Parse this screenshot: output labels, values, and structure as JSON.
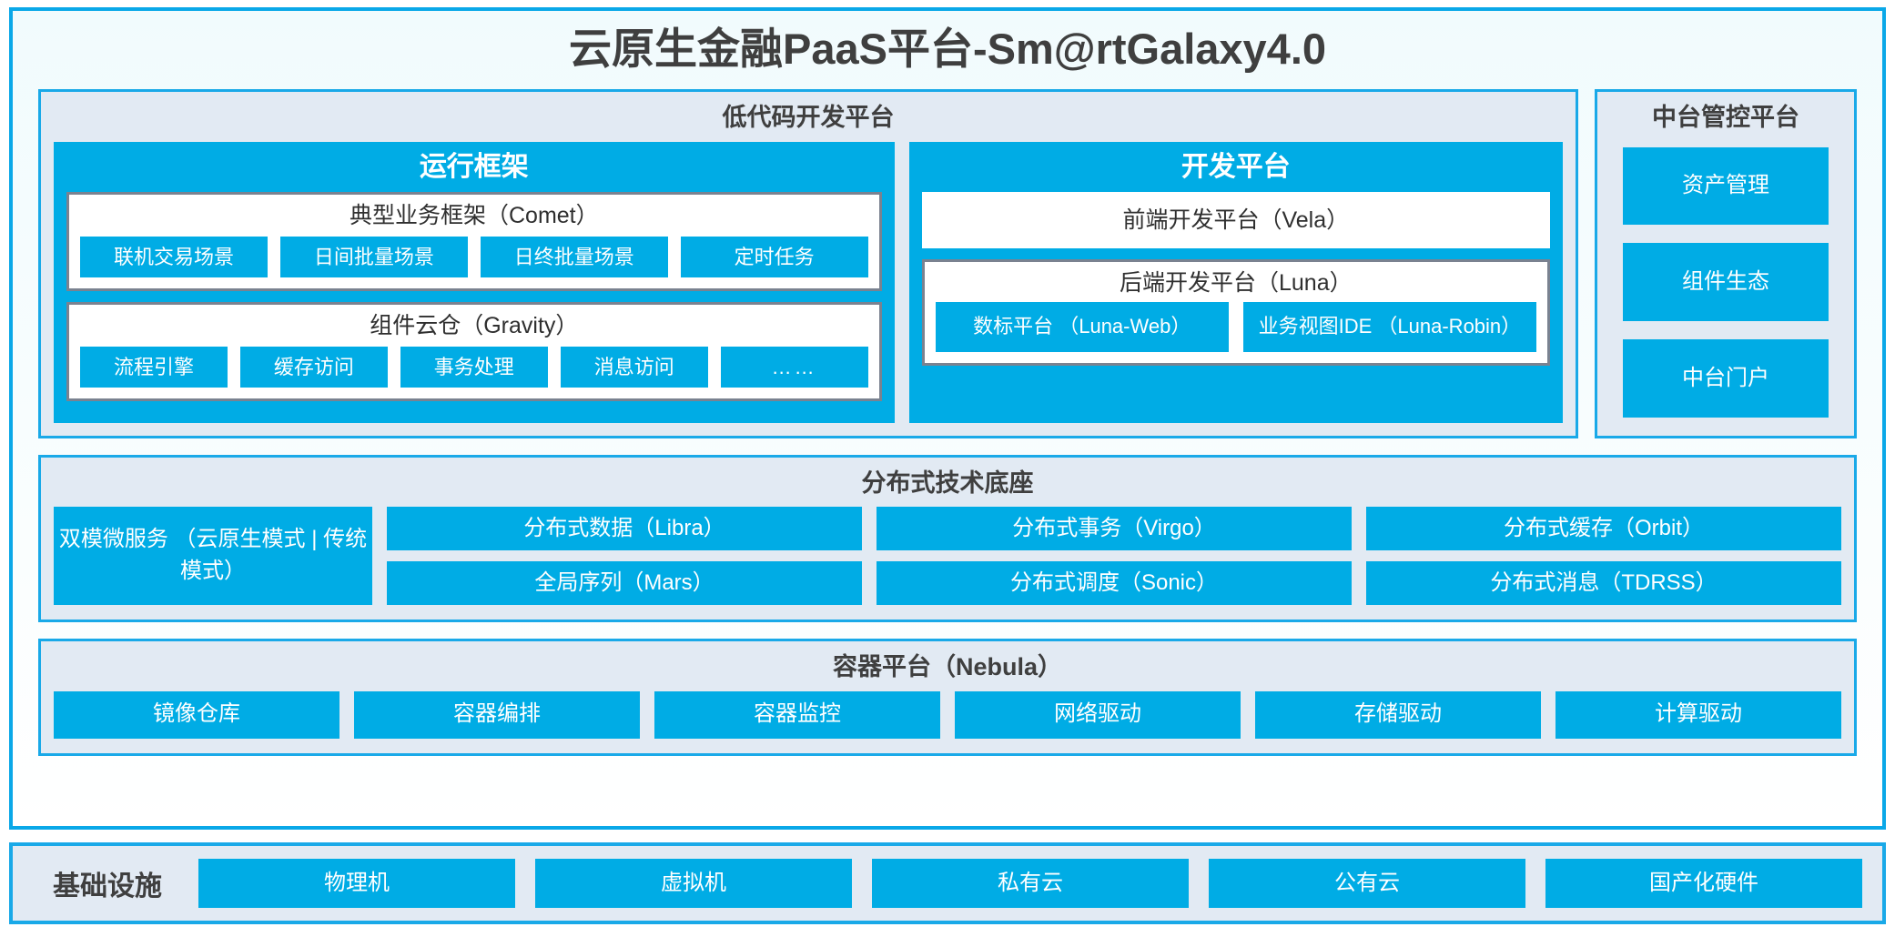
{
  "title": "云原生金融PaaS平台-Sm@rtGalaxy4.0",
  "colors": {
    "accent_blue": "#00ace5",
    "border_blue": "#19a9e8",
    "panel_bg": "#e2eaf3",
    "box_border_gray": "#7a8290",
    "text_dark": "#3f3f3f"
  },
  "lowcode": {
    "title": "低代码开发平台",
    "runtime": {
      "title": "运行框架",
      "comet": {
        "title": "典型业务框架（Comet）",
        "items": [
          "联机交易场景",
          "日间批量场景",
          "日终批量场景",
          "定时任务"
        ]
      },
      "gravity": {
        "title": "组件云仓（Gravity）",
        "items": [
          "流程引擎",
          "缓存访问",
          "事务处理",
          "消息访问",
          "……"
        ]
      }
    },
    "devplatform": {
      "title": "开发平台",
      "frontend": "前端开发平台（Vela）",
      "backend": {
        "title": "后端开发平台（Luna）",
        "items": [
          "数标平台\n（Luna-Web）",
          "业务视图IDE\n（Luna-Robin）"
        ]
      }
    }
  },
  "control_platform": {
    "title": "中台管控平台",
    "items": [
      "资产管理",
      "组件生态",
      "中台门户"
    ]
  },
  "distributed": {
    "title": "分布式技术底座",
    "wide_card": "双模微服务\n（云原生模式 | 传统模式）",
    "columns": [
      [
        "分布式数据（Libra）",
        "全局序列（Mars）"
      ],
      [
        "分布式事务（Virgo）",
        "分布式调度（Sonic）"
      ],
      [
        "分布式缓存（Orbit）",
        "分布式消息（TDRSS）"
      ]
    ]
  },
  "container_platform": {
    "title": "容器平台（Nebula）",
    "items": [
      "镜像仓库",
      "容器编排",
      "容器监控",
      "网络驱动",
      "存储驱动",
      "计算驱动"
    ]
  },
  "infrastructure": {
    "label": "基础设施",
    "items": [
      "物理机",
      "虚拟机",
      "私有云",
      "公有云",
      "国产化硬件"
    ]
  }
}
